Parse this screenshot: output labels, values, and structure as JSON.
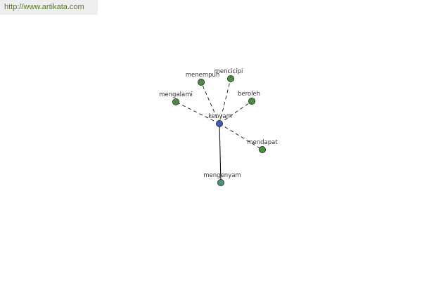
{
  "header": {
    "source_link": "http://www.artikata.com"
  },
  "graph": {
    "colors": {
      "center_node": "#4a5aa8",
      "leaf_node": "#4f8a45",
      "strong_node": "#4f8f7f",
      "edge": "#111111"
    },
    "center": {
      "id": "kenyam",
      "label": "kenyam"
    },
    "nodes": [
      {
        "id": "menempuh",
        "label": "menempuh",
        "edge": "dashed"
      },
      {
        "id": "mencicipi",
        "label": "mencicipi",
        "edge": "dashed"
      },
      {
        "id": "mengalami",
        "label": "mengalami",
        "edge": "dashed"
      },
      {
        "id": "beroleh",
        "label": "beroleh",
        "edge": "dashed"
      },
      {
        "id": "mendapat",
        "label": "mendapat",
        "edge": "dashed"
      },
      {
        "id": "mengenyam",
        "label": "mengenyam",
        "edge": "solid"
      }
    ]
  }
}
